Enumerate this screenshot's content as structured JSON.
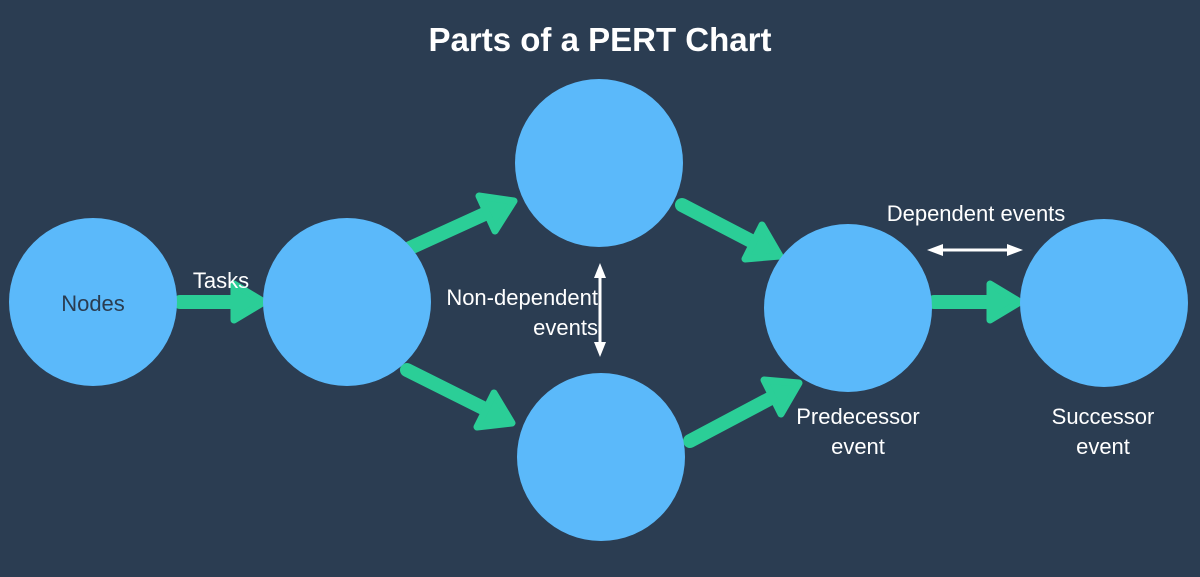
{
  "title": "Parts of a PERT Chart",
  "colors": {
    "background": "#2B3D52",
    "node-fill": "#5BB9FA",
    "arrow-green": "#2BCE97",
    "label-light": "#FFFFFF",
    "label-dark": "#2A3C50"
  },
  "labels": {
    "nodes": "Nodes",
    "tasks": "Tasks",
    "non_dependent_events": "Non-dependent events",
    "dependent_events": "Dependent events",
    "predecessor_event": "Predecessor event",
    "successor_event": "Successor event"
  }
}
